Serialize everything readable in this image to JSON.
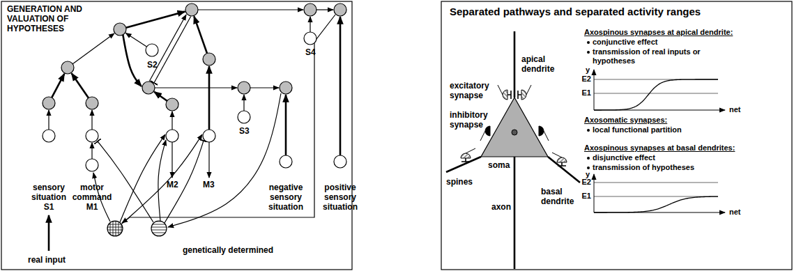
{
  "diagram": {
    "labels": [
      "GENERATION AND VALUATION OF HYPOTHESES",
      "S2",
      "S4",
      "S3",
      "sensory situation S1",
      "motor command M1",
      "M2",
      "M3",
      "negative sensory situation",
      "positive sensory situation",
      "real input",
      "genetically determined",
      "Separated pathways and separated activity ranges",
      "apical dendrite",
      "excitatory synapse",
      "inhibitory synapse",
      "spines",
      "soma",
      "axon",
      "basal dendrite",
      "Axospinous synapses at apical dendrite:",
      "conjunctive effect",
      "transmission of real inputs or hypotheses",
      "y",
      "E2",
      "E1",
      "net",
      "Axosomatic synapses:",
      "local functional partition",
      "Axospinous synapses at basal dendrites:",
      "disjunctive effect",
      "transmission of hypotheses",
      "y",
      "E2",
      "E1",
      "net"
    ]
  }
}
